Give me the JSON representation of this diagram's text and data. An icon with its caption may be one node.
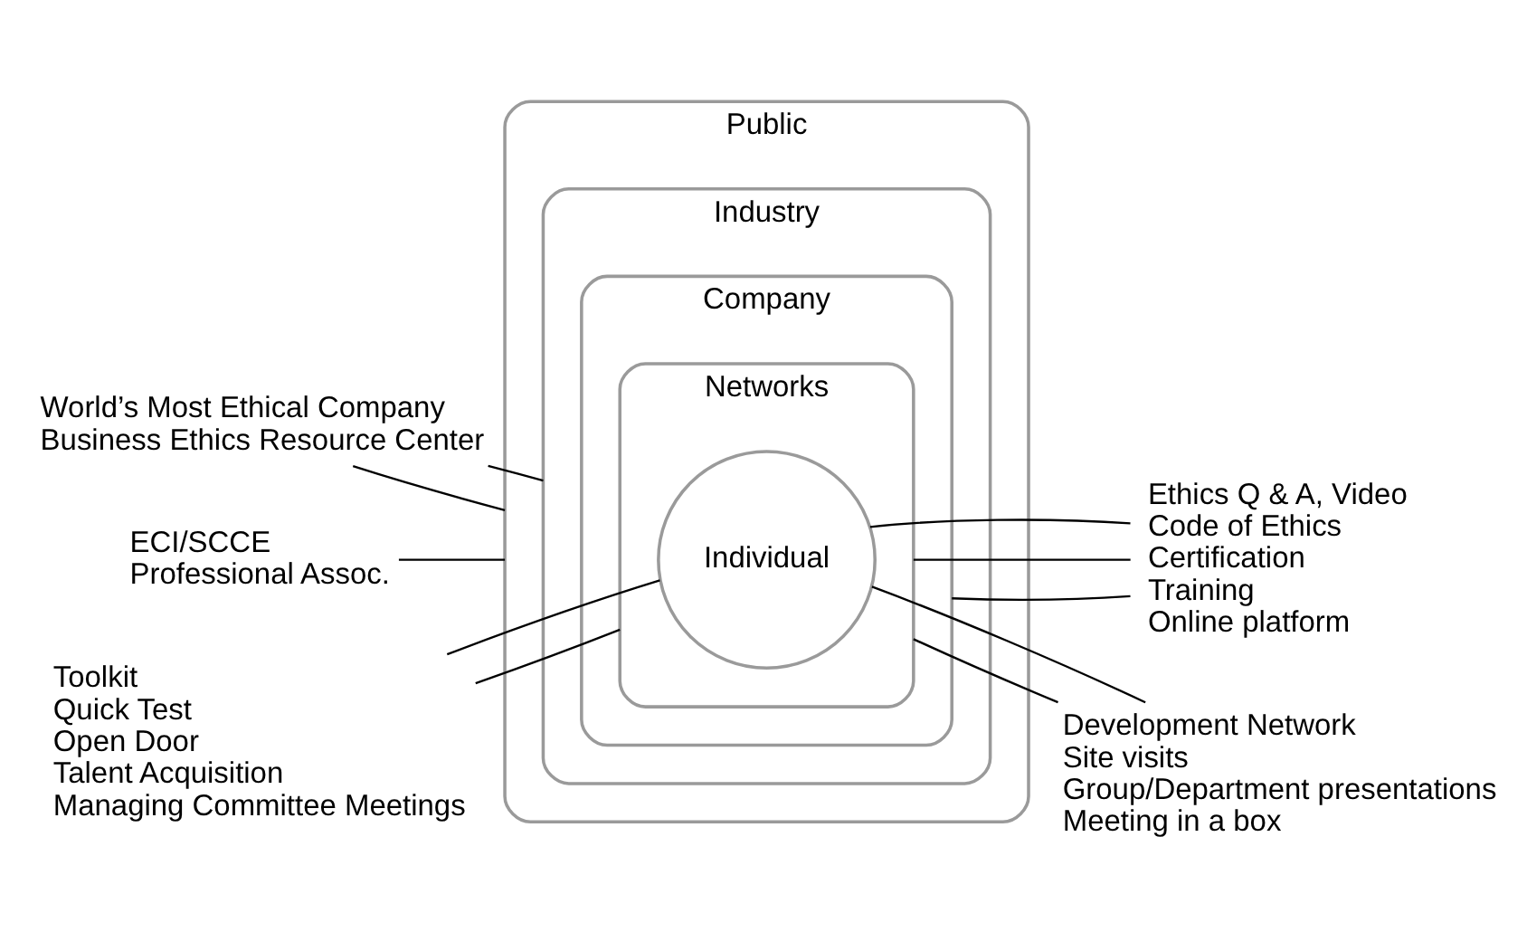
{
  "diagram": {
    "nodes": [
      {
        "text": [
          "Public"
        ]
      },
      {
        "text": [
          "Industry"
        ],
        "in": 0
      },
      {
        "text": [
          "Company"
        ],
        "in": 1
      },
      {
        "text": [
          "Networks"
        ],
        "in": 2
      },
      {
        "text": [
          "Individual"
        ],
        "in": 3
      },
      {
        "text": [
          "World’s Most Ethical Company",
          "Business Ethics Resource Center"
        ]
      },
      {
        "text": [
          "ECI/SCCE",
          "Professional Assoc."
        ]
      },
      {
        "text": [
          "Ethics Q & A, Video",
          "Code of Ethics",
          "Certification",
          "Training",
          "Online platform"
        ]
      },
      {
        "text": [
          "Development Network",
          "Site visits",
          "Group/Department presentations",
          "Meeting in a box"
        ]
      },
      {
        "text": [
          "Toolkit",
          "Quick Test",
          "Open Door",
          "Talent Acquisition",
          "Managing Committee Meetings"
        ]
      }
    ],
    "edges": [
      {
        "from": 5,
        "to": 0,
        "arrow": "none"
      },
      {
        "from": 5,
        "to": 1,
        "arrow": "none"
      },
      {
        "from": 6,
        "to": 0,
        "arrow": "none"
      },
      {
        "from": 7,
        "to": 2,
        "arrow": "none"
      },
      {
        "from": 7,
        "to": 3,
        "arrow": "none"
      },
      {
        "from": 7,
        "to": 4,
        "arrow": "none"
      },
      {
        "from": 8,
        "to": 3,
        "arrow": "none"
      },
      {
        "from": 8,
        "to": 4,
        "arrow": "none"
      },
      {
        "from": 9,
        "to": 3,
        "arrow": "none"
      },
      {
        "from": 9,
        "to": 4,
        "arrow": "none"
      }
    ]
  }
}
